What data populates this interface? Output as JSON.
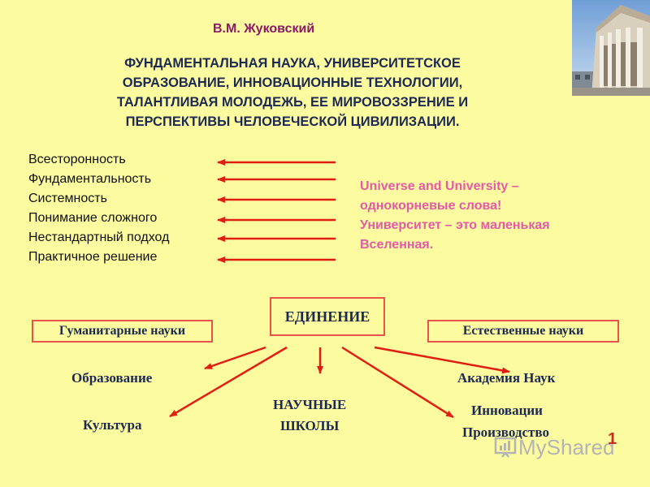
{
  "author": "В.М. Жуковский",
  "heading_lines": [
    "ФУНДАМЕНТАЛЬНАЯ НАУКА, УНИВЕРСИТЕТСКОЕ",
    "ОБРАЗОВАНИЕ, ИННОВАЦИОННЫЕ ТЕХНОЛОГИИ,",
    "ТАЛАНТЛИВАЯ МОЛОДЕЖЬ, ЕЕ МИРОВОЗЗРЕНИЕ И",
    "ПЕРСПЕКТИВЫ ЧЕЛОВЕЧЕСКОЙ ЦИВИЛИЗАЦИИ."
  ],
  "qualities": [
    "Всесторонность",
    "Фундаментальность",
    "Системность",
    "Понимание сложного",
    "Нестандартный подход",
    "Практичное решение"
  ],
  "note_lines": [
    "Universe and University –",
    "однокорневые слова!",
    "Университет – это маленькая",
    "Вселенная."
  ],
  "boxes": {
    "unity": "ЕДИНЕНИЕ",
    "humanities": "Гуманитарные науки",
    "natural": "Естественные науки"
  },
  "outcomes": {
    "education": "Образование",
    "culture": "Культура",
    "schools_line1": "НАУЧНЫЕ",
    "schools_line2": "ШКОЛЫ",
    "academy": "Академия Наук",
    "innovation": "Инновации",
    "production": "Производство"
  },
  "watermark": "MyShared",
  "page_number": "1",
  "colors": {
    "background": "#fdfb9f",
    "arrow": "#e01e12",
    "box_border": "#e8534a",
    "heading": "#1c2a52",
    "author": "#8b1a66",
    "note": "#e45aa8"
  },
  "icons": {
    "photo": "university-building-photo",
    "watermark": "myshared-logo-icon"
  }
}
